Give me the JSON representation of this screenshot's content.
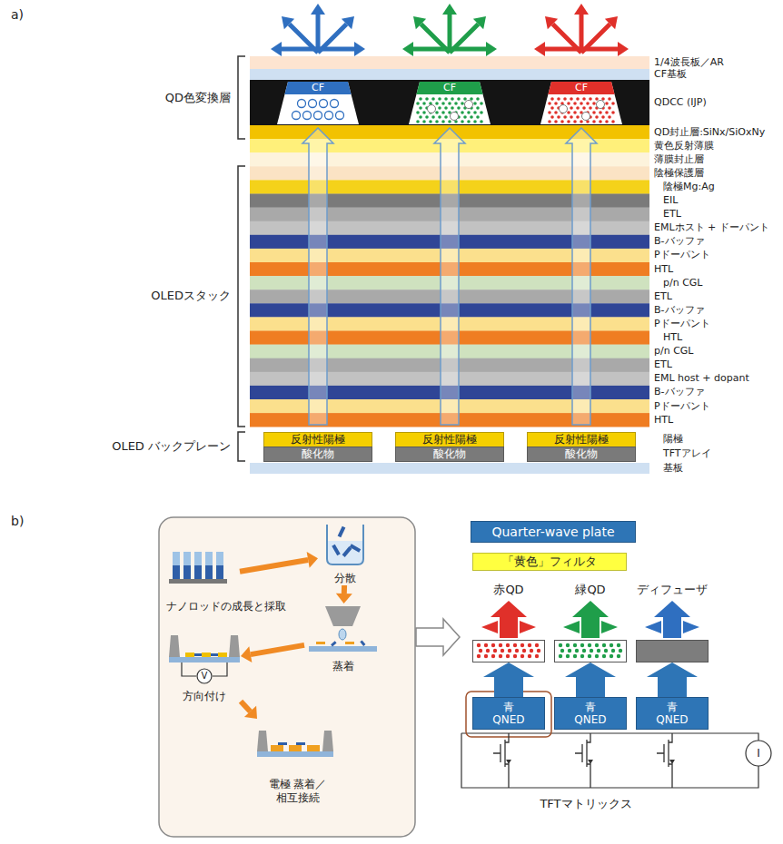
{
  "diagram": {
    "nodes": [
      {
        "text": [
          "CF"
        ]
      },
      {
        "text": [
          "CF"
        ]
      },
      {
        "text": [
          "CF"
        ]
      },
      {
        "text": [
          "反射性陽極"
        ]
      },
      {
        "text": [
          "反射性陽極"
        ]
      },
      {
        "text": [
          "反射性陽極"
        ]
      },
      {
        "text": [
          "酸化物"
        ]
      },
      {
        "text": [
          "酸化物"
        ]
      },
      {
        "text": [
          "酸化物"
        ]
      },
      {
        "text": [
          "ナノロッドの成長と採取"
        ]
      },
      {
        "text": [
          "分散"
        ]
      },
      {
        "text": [
          "蒸着"
        ]
      },
      {
        "text": [
          "方向付け"
        ]
      },
      {
        "text": [
          "電極 蒸着／相互接続"
        ]
      },
      {
        "text": [
          "Quarter-wave plate"
        ]
      },
      {
        "text": [
          "「黄色」フィルタ"
        ]
      },
      {
        "text": [
          "赤QD"
        ]
      },
      {
        "text": [
          "緑QD"
        ]
      },
      {
        "text": [
          "ディフューザ"
        ]
      },
      {
        "text": [
          "青 QNED"
        ]
      },
      {
        "text": [
          "青 QNED"
        ]
      },
      {
        "text": [
          "青 QNED"
        ]
      }
    ],
    "edges": [
      {
        "from": 9,
        "to": 10,
        "arrow": "to"
      },
      {
        "from": 10,
        "to": 11,
        "arrow": "to"
      },
      {
        "from": 11,
        "to": 12,
        "arrow": "to"
      },
      {
        "from": 12,
        "to": 13,
        "arrow": "to"
      },
      {
        "from": 19,
        "to": 16,
        "arrow": "to"
      },
      {
        "from": 20,
        "to": 17,
        "arrow": "to"
      },
      {
        "from": 21,
        "to": 18,
        "arrow": "to"
      }
    ],
    "labels": [
      "a)",
      "QD色変換層",
      "OLEDスタック",
      "OLED バックプレーン",
      "1/4波長板／AR",
      "CF基板",
      "QDCC (IJP)",
      "QD封止層:SiNx/SiOxNy",
      "黄色反射薄膜",
      "薄膜封止層",
      "陰極保護層",
      "陰極Mg:Ag",
      "EIL",
      "ETL",
      "EMLホスト + ドーパント",
      "B-バッファ",
      "Pドーパント",
      "HTL",
      "p/n CGL",
      "ETL",
      "B-バッファ",
      "Pドーパント",
      "HTL",
      "p/n CGL",
      "ETL",
      "EML host + dopant",
      "B-バッファ",
      "Pドーパント",
      "HTL",
      "陽極",
      "TFTアレイ",
      "基板",
      "b)",
      "TFTマトリックス",
      "V",
      "I"
    ]
  }
}
